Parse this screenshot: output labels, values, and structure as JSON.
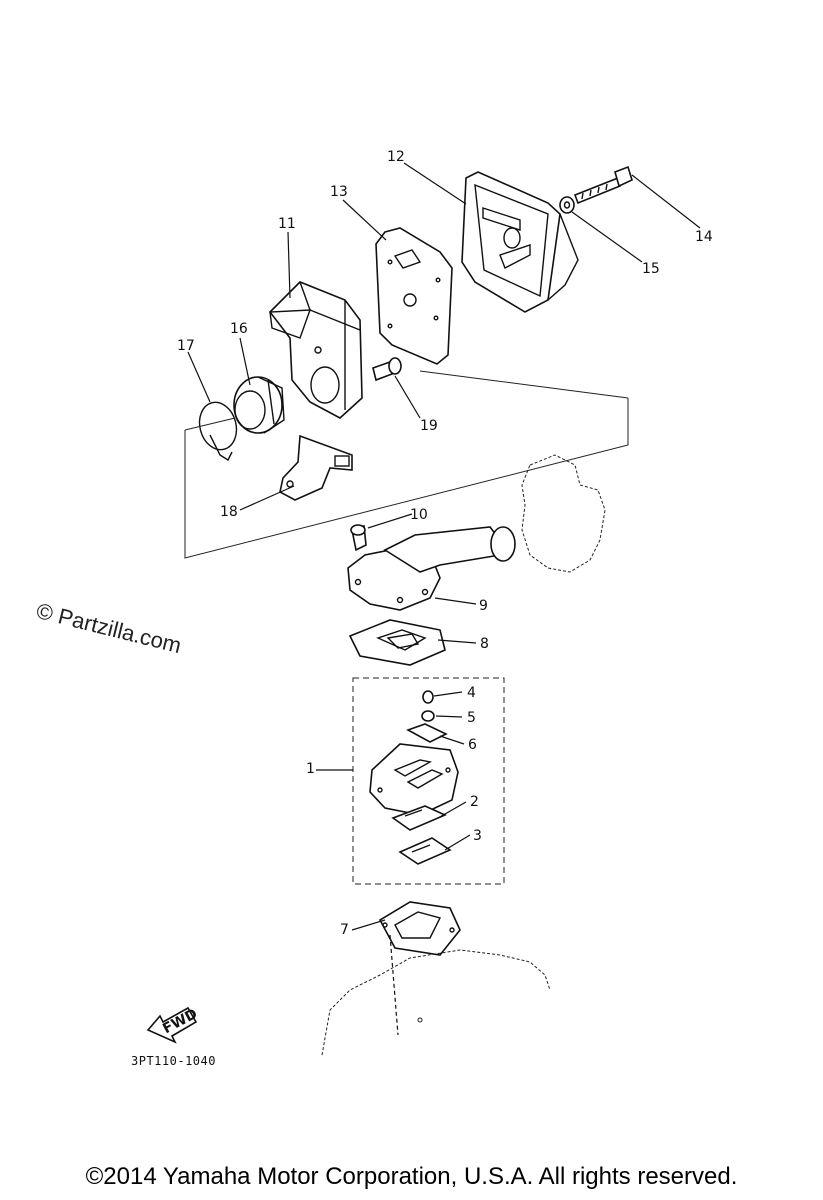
{
  "parts": [
    {
      "id": "p1",
      "label": "1"
    },
    {
      "id": "p2",
      "label": "2"
    },
    {
      "id": "p3",
      "label": "3"
    },
    {
      "id": "p4",
      "label": "4"
    },
    {
      "id": "p5",
      "label": "5"
    },
    {
      "id": "p6",
      "label": "6"
    },
    {
      "id": "p7",
      "label": "7"
    },
    {
      "id": "p8",
      "label": "8"
    },
    {
      "id": "p9",
      "label": "9"
    },
    {
      "id": "p10",
      "label": "10"
    },
    {
      "id": "p11",
      "label": "11"
    },
    {
      "id": "p12",
      "label": "12"
    },
    {
      "id": "p13",
      "label": "13"
    },
    {
      "id": "p14",
      "label": "14"
    },
    {
      "id": "p15",
      "label": "15"
    },
    {
      "id": "p16",
      "label": "16"
    },
    {
      "id": "p17",
      "label": "17"
    },
    {
      "id": "p18",
      "label": "18"
    },
    {
      "id": "p19",
      "label": "19"
    }
  ],
  "fwd_marker": "FWD",
  "diagram_code": "3PT110-1040",
  "watermark": "© Partzilla.com",
  "copyright": "©2014 Yamaha Motor Corporation, U.S.A. All rights reserved."
}
